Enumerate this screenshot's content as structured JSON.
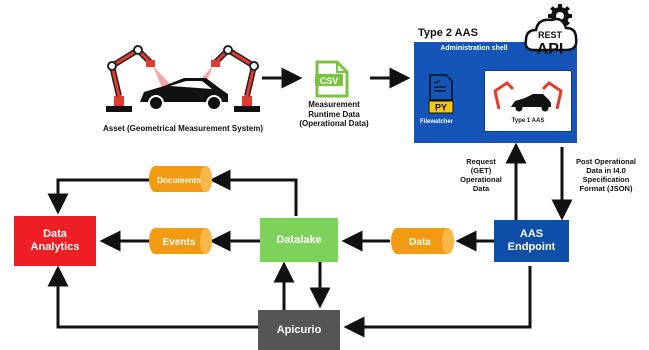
{
  "asset": {
    "label": "Asset (Geometrical Measurement System)"
  },
  "csv": {
    "badge": "CSV",
    "caption_line1": "Measurement",
    "caption_line2": "Runtime Data",
    "caption_line3": "(Operational Data)"
  },
  "aas": {
    "title": "Type 2 AAS",
    "shell_label": "Administration shell",
    "filewatcher_badge": "PY",
    "filewatcher_label": "Filewatcher",
    "type1_label": "Type 1 AAS",
    "rest_top": "REST",
    "rest_bottom": "API"
  },
  "arrows": {
    "request_line1": "Request",
    "request_line2": "(GET)",
    "request_line3": "Operational",
    "request_line4": "Data",
    "post_line1": "Post Operational",
    "post_line2": "Data in I4.0",
    "post_line3": "Specification",
    "post_line4": "Format (JSON)"
  },
  "nodes": {
    "data_analytics_line1": "Data",
    "data_analytics_line2": "Analytics",
    "documents": "Documents",
    "events": "Events",
    "datalake": "Datalake",
    "data": "Data",
    "aas_endpoint_line1": "AAS",
    "aas_endpoint_line2": "Endpoint",
    "apicurio": "Apicurio"
  },
  "colors": {
    "data_analytics": "#ee1f24",
    "datalake": "#7dd35a",
    "aas_endpoint": "#0d4fa8",
    "apicurio": "#555555",
    "cylinder": "#f29a12",
    "aas_shell": "#1455b7",
    "csv_green": "#7cc242"
  }
}
